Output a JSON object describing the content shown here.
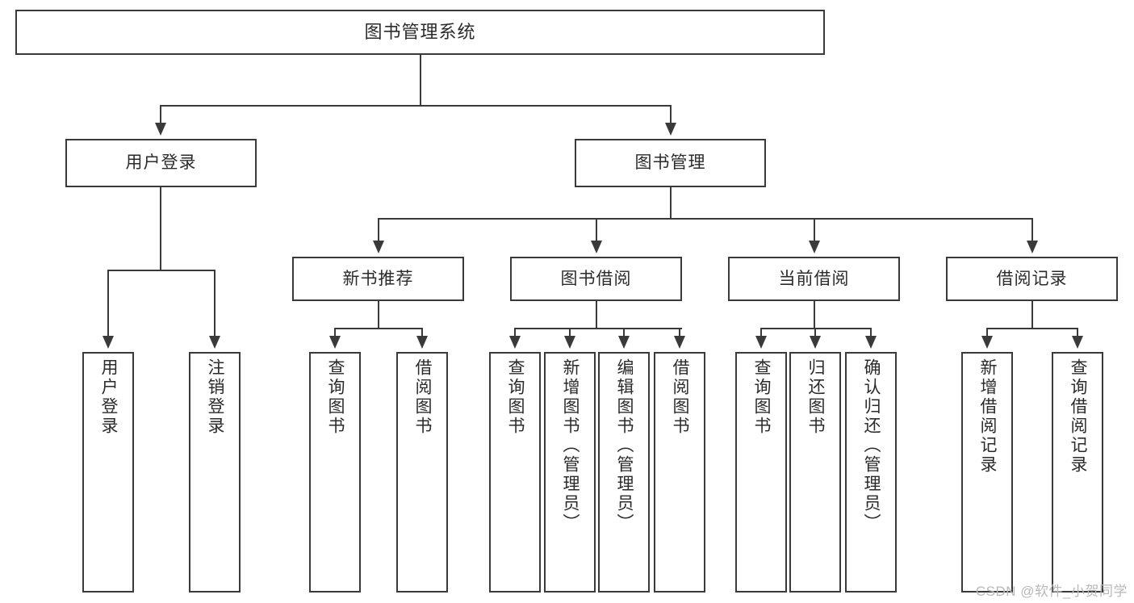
{
  "diagram": {
    "title": "图书管理系统",
    "watermark": "CSDN @软件_小贺同学",
    "colors": {
      "background": "#ffffff",
      "stroke": "#3a3a3a",
      "text": "#2b2b2b",
      "watermark": "#b9b9b9"
    }
  },
  "nodes": {
    "root": {
      "label": "图书管理系统"
    },
    "level1": [
      {
        "label": "用户登录"
      },
      {
        "label": "图书管理"
      }
    ],
    "level2": [
      {
        "label": "新书推荐"
      },
      {
        "label": "图书借阅"
      },
      {
        "label": "当前借阅"
      },
      {
        "label": "借阅记录"
      }
    ],
    "leaves": {
      "user_login": [
        {
          "label": "用户登录"
        },
        {
          "label": "注销登录"
        }
      ],
      "new_book": [
        {
          "label": "查询图书"
        },
        {
          "label": "借阅图书"
        }
      ],
      "book_borrow": [
        {
          "label": "查询图书"
        },
        {
          "label": "新增图书（管理员）"
        },
        {
          "label": "编辑图书（管理员）"
        },
        {
          "label": "借阅图书"
        }
      ],
      "current_borrow": [
        {
          "label": "查询图书"
        },
        {
          "label": "归还图书"
        },
        {
          "label": "确认归还（管理员）"
        }
      ],
      "borrow_record": [
        {
          "label": "新增借阅记录"
        },
        {
          "label": "查询借阅记录"
        }
      ]
    }
  }
}
